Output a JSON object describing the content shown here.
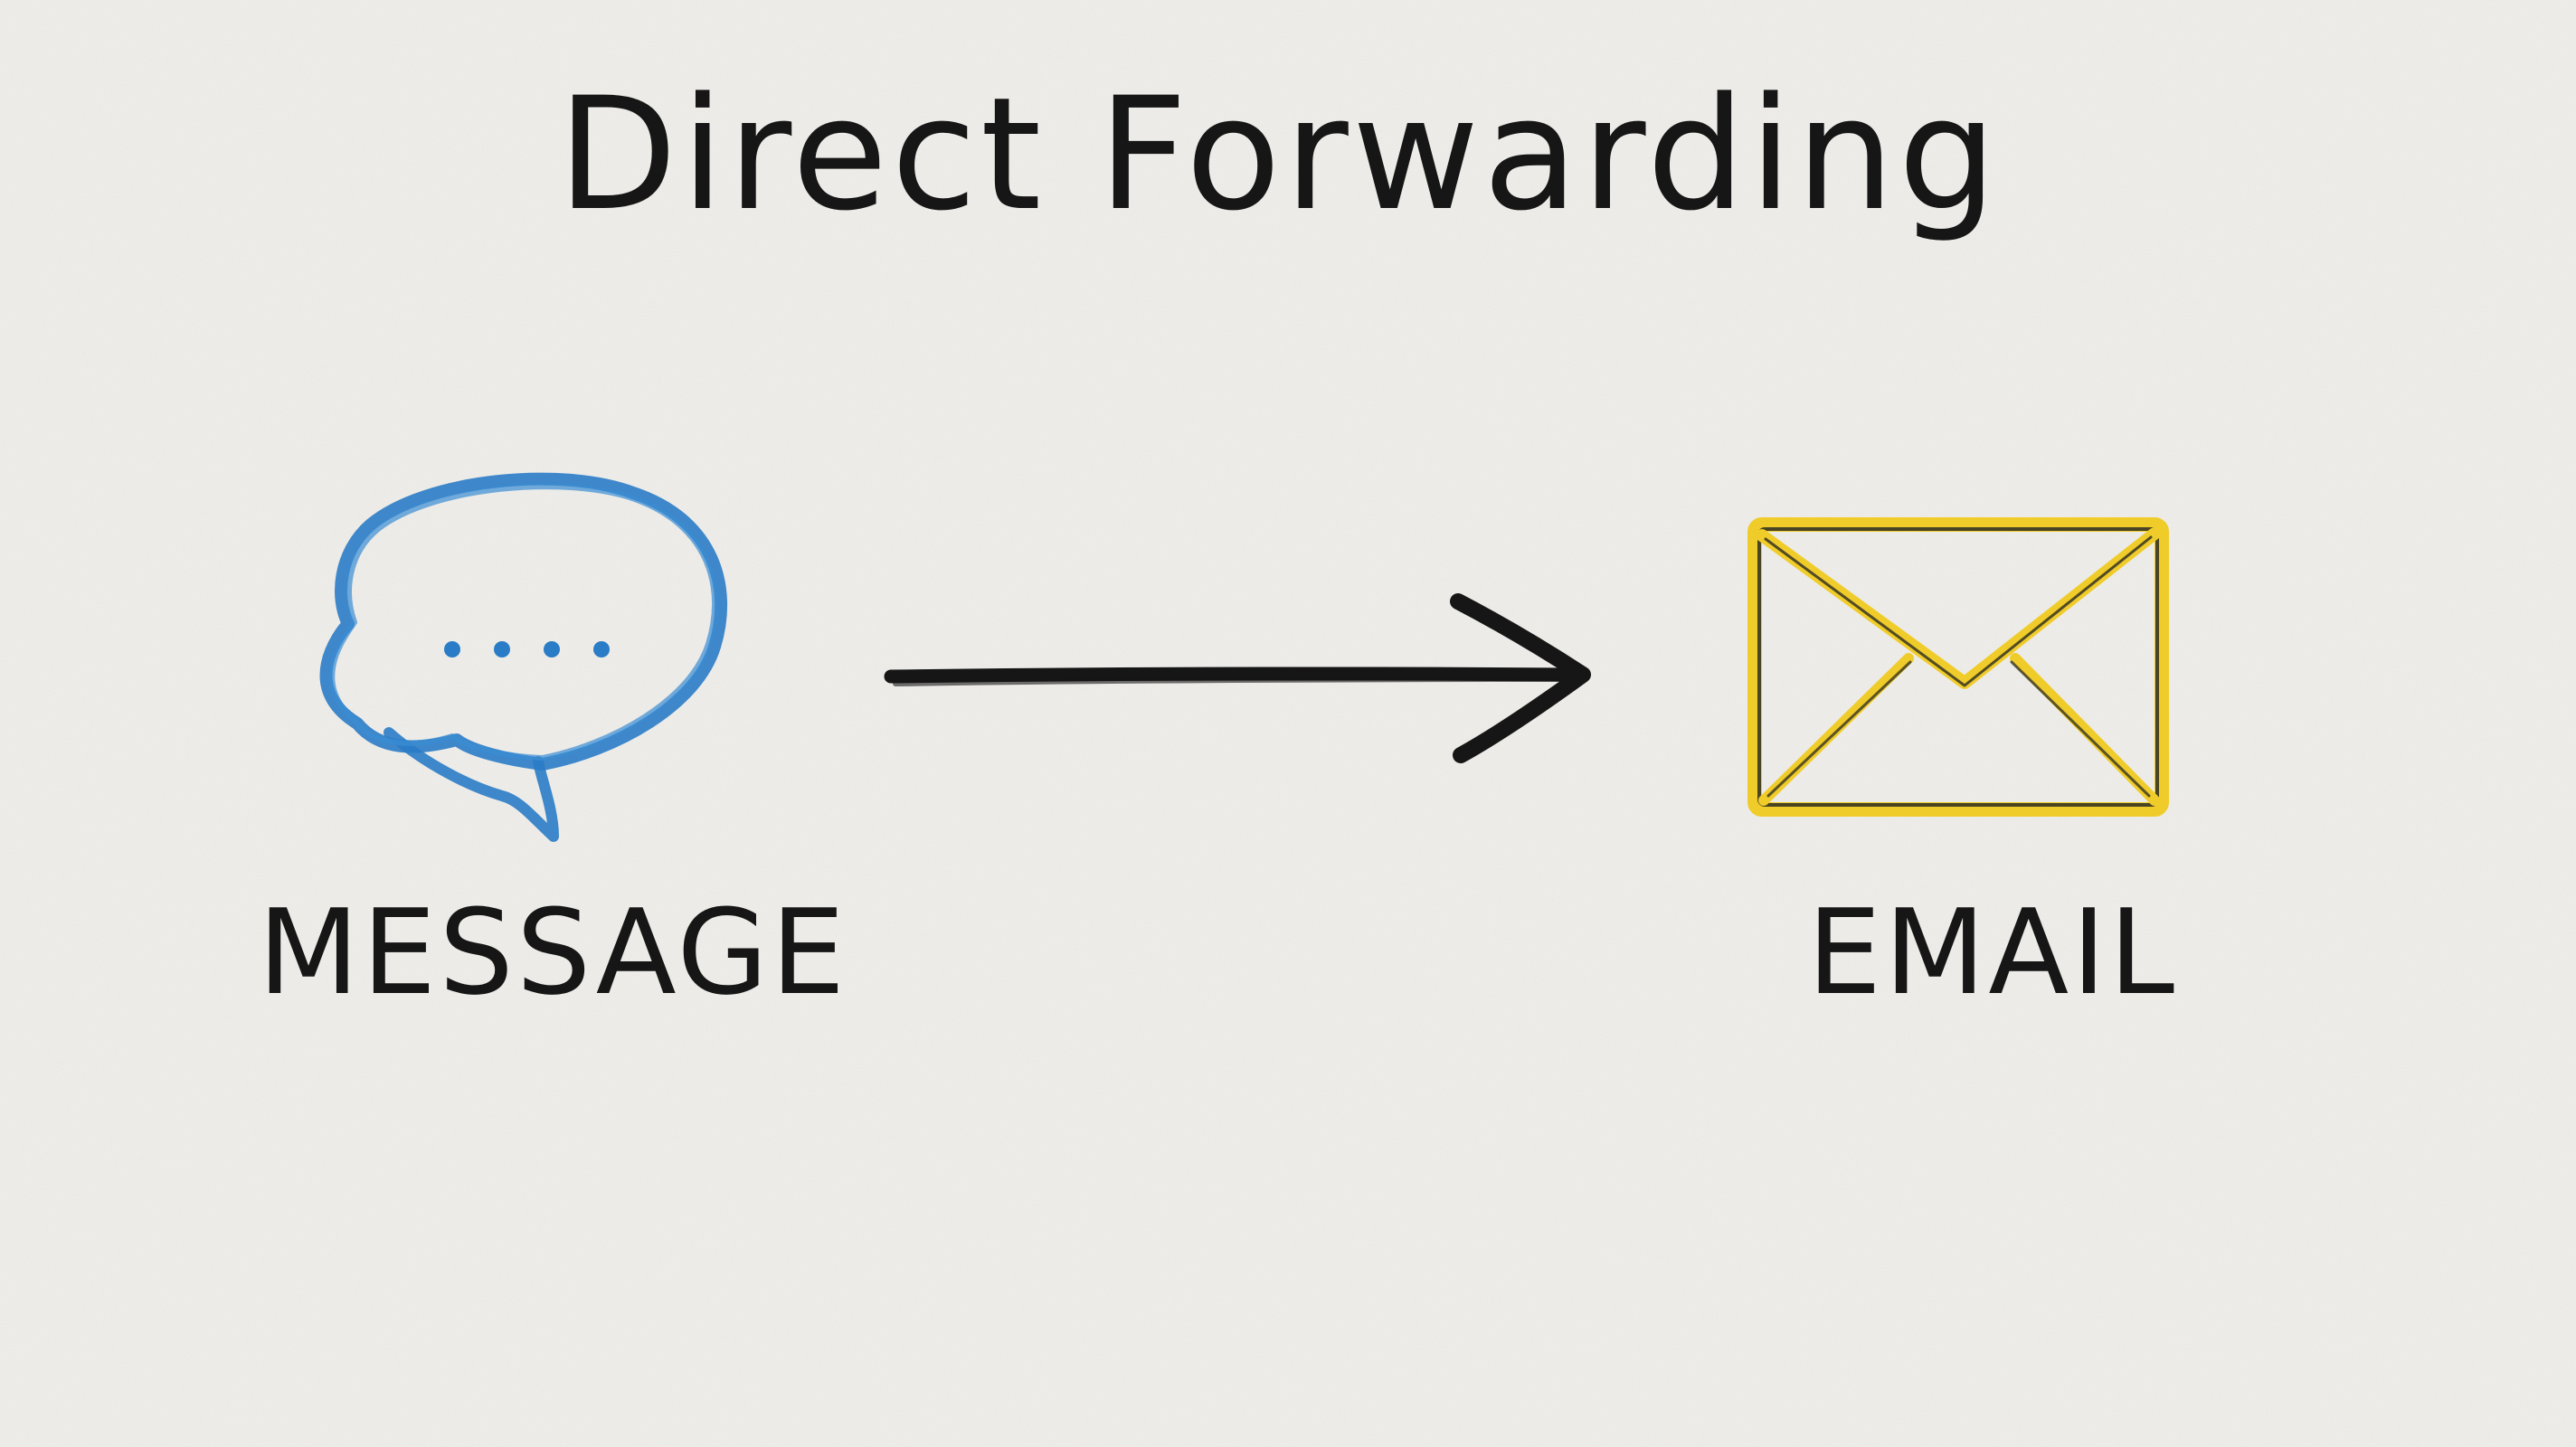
{
  "diagram": {
    "title": "Direct Forwarding",
    "nodes": [
      {
        "id": "message",
        "label": "MESSAGE",
        "icon": "speech-bubble-icon",
        "color": "#2a7cc7"
      },
      {
        "id": "email",
        "label": "EMAIL",
        "icon": "envelope-icon",
        "color": "#f0cc2a"
      }
    ],
    "edge": {
      "from": "message",
      "to": "email",
      "icon": "arrow-right-icon",
      "color": "#161616"
    }
  }
}
